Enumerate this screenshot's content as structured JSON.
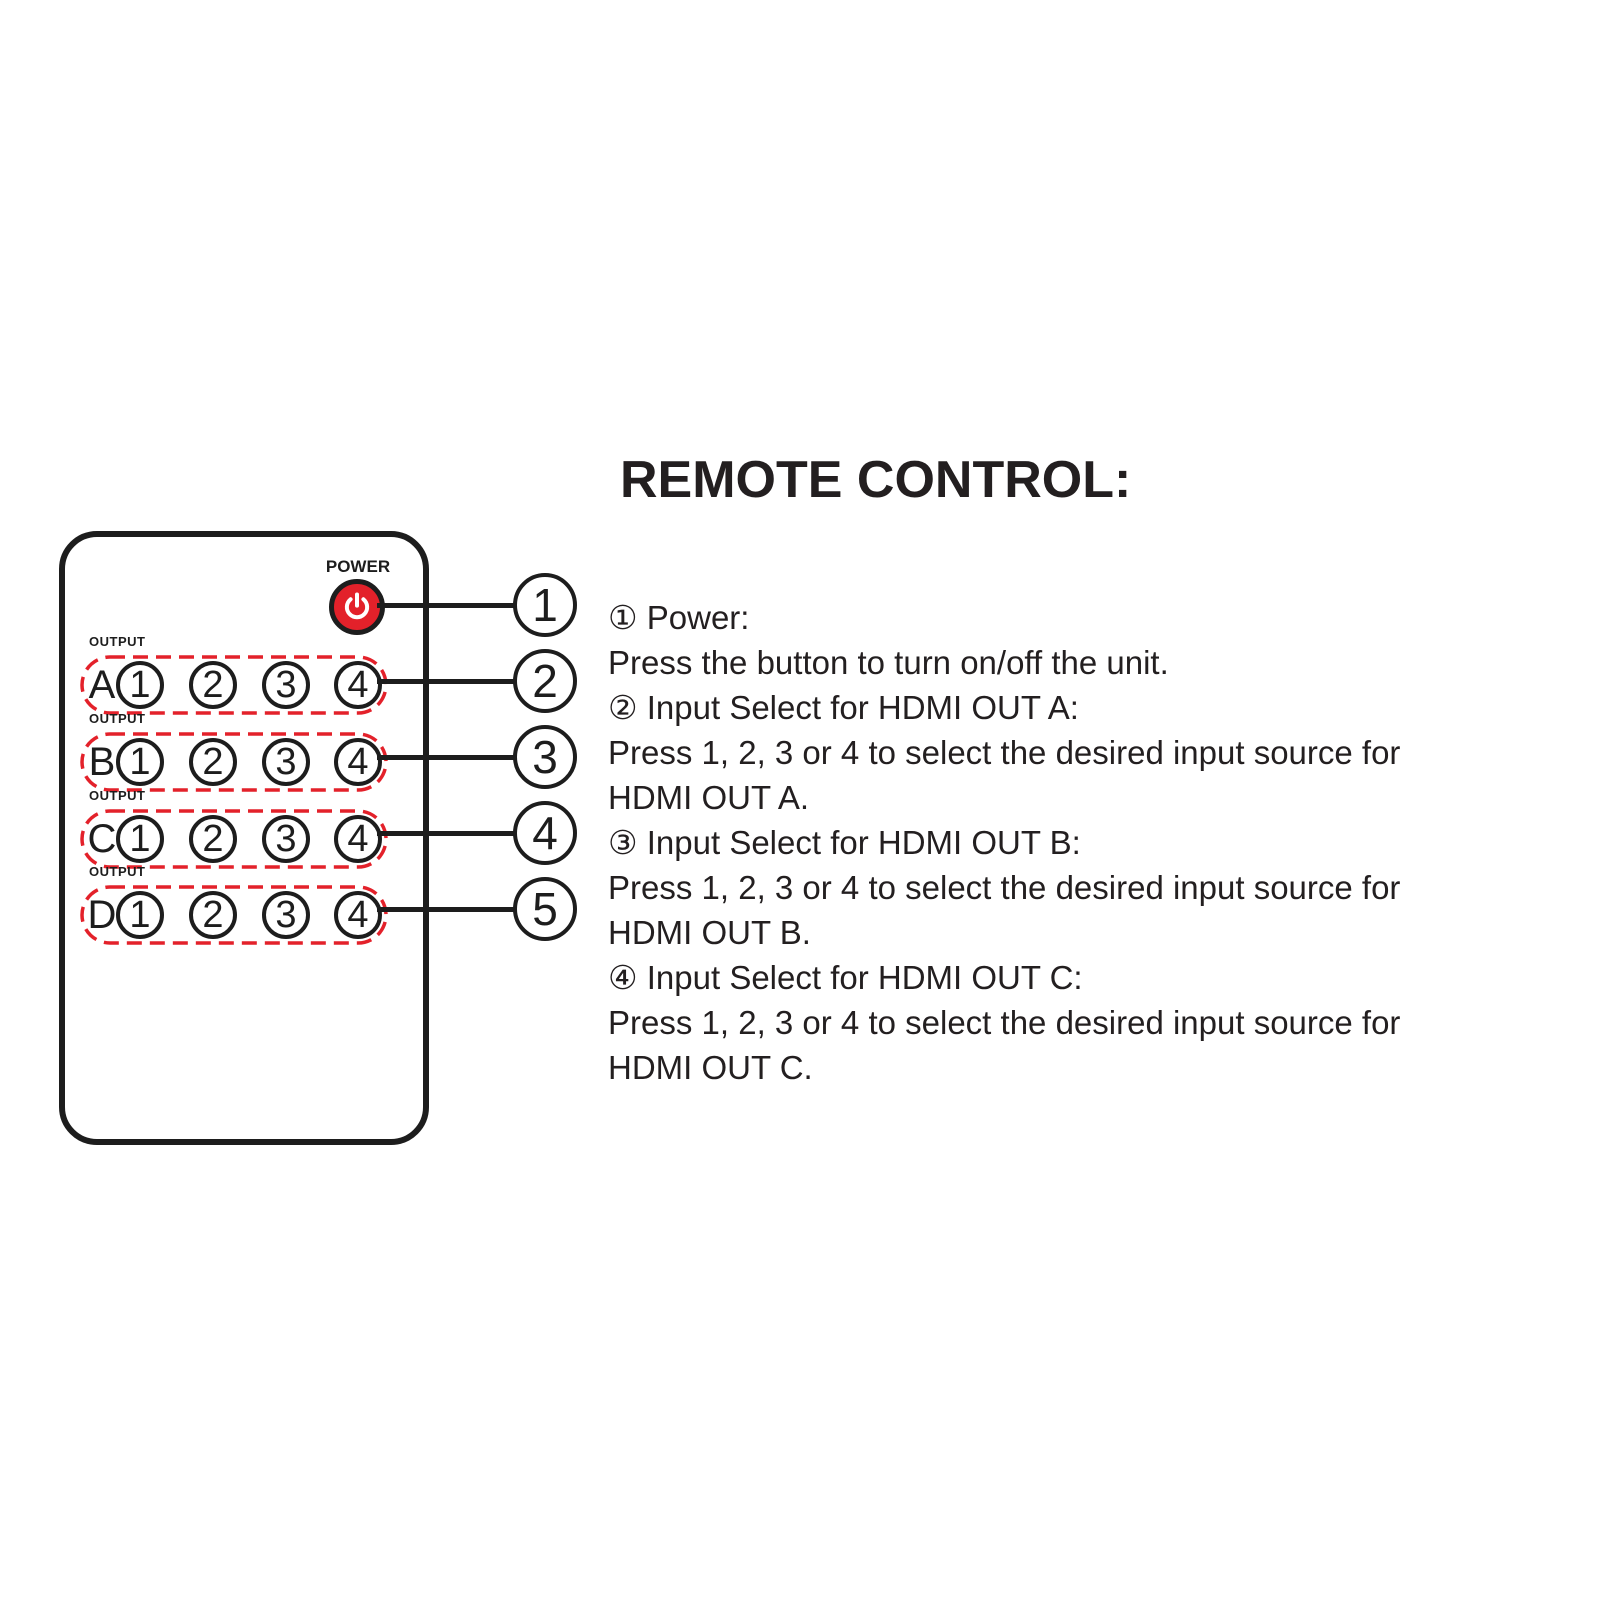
{
  "title": "REMOTE CONTROL:",
  "remote": {
    "power_label": "POWER",
    "power_icon": "power-icon",
    "rows": [
      {
        "group_label": "OUTPUT",
        "letter": "A",
        "buttons": [
          "1",
          "2",
          "3",
          "4"
        ]
      },
      {
        "group_label": "OUTPUT",
        "letter": "B",
        "buttons": [
          "1",
          "2",
          "3",
          "4"
        ]
      },
      {
        "group_label": "OUTPUT",
        "letter": "C",
        "buttons": [
          "1",
          "2",
          "3",
          "4"
        ]
      },
      {
        "group_label": "OUTPUT",
        "letter": "D",
        "buttons": [
          "1",
          "2",
          "3",
          "4"
        ]
      }
    ]
  },
  "callouts": [
    {
      "label": "1"
    },
    {
      "label": "2"
    },
    {
      "label": "3"
    },
    {
      "label": "4"
    },
    {
      "label": "5"
    }
  ],
  "body": {
    "lines": [
      "① Power:",
      "Press the button to turn on/off the unit.",
      "② Input Select for HDMI OUT A:",
      "Press 1, 2, 3 or 4 to select the desired input source for",
      "HDMI OUT A.",
      "③ Input Select for HDMI OUT B:",
      "Press 1, 2, 3 or 4 to select the desired input source for",
      "HDMI OUT B.",
      "④ Input Select for HDMI OUT C:",
      "Press 1, 2, 3 or 4 to select the desired input source for",
      "HDMI OUT C."
    ]
  },
  "colors": {
    "accent_red": "#e3212a",
    "ink": "#1d1d1d"
  }
}
